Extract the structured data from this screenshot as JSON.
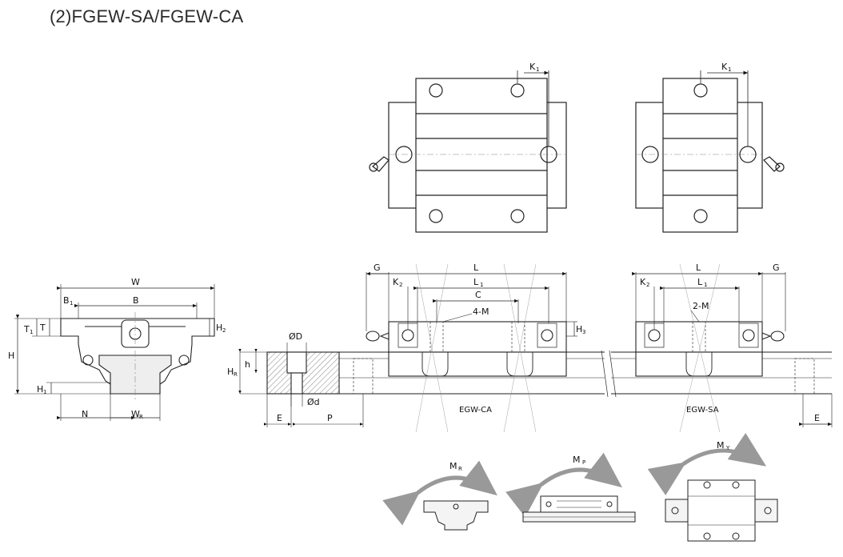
{
  "title": "(2)FGEW-SA/FGEW-CA",
  "front_view_labels": {
    "W": "W",
    "B": "B",
    "B1": "B",
    "B1_sub": "1",
    "H": "H",
    "H1": "H",
    "H1_sub": "1",
    "H2": "H",
    "H2_sub": "2",
    "T": "T",
    "T1": "T",
    "T1_sub": "1",
    "N": "N",
    "WR": "W",
    "WR_sub": "R"
  },
  "rail_section_labels": {
    "D": "ØD",
    "d": "Ød",
    "h": "h",
    "HR": "H",
    "HR_sub": "R",
    "E": "E",
    "P": "P"
  },
  "top_view_labels": {
    "K1_left": "K",
    "K1_right": "K",
    "K1_sub": "1"
  },
  "side_view_labels": {
    "G_left": "G",
    "L_left": "L",
    "K2_left": "K",
    "K2_sub": "2",
    "L1_left": "L",
    "L1_sub": "1",
    "C": "C",
    "M4": "4-M",
    "H3": "H",
    "H3_sub": "3",
    "L_right": "L",
    "G_right": "G",
    "K2_right": "K",
    "L1_right": "L",
    "M2": "2-M",
    "E_right": "E"
  },
  "captions": {
    "ca": "EGW-CA",
    "sa": "EGW-SA"
  },
  "moments": {
    "MR": "M",
    "MR_sub": "R",
    "MP": "M",
    "MP_sub": "P",
    "MY": "M",
    "MY_sub": "Y"
  }
}
